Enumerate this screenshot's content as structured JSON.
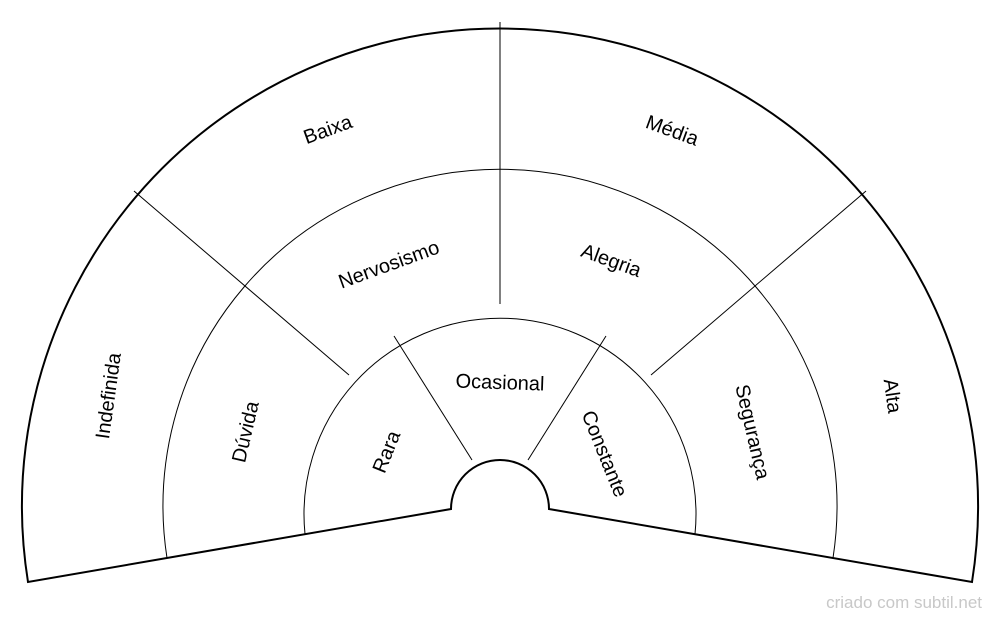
{
  "diagram": {
    "rings": [
      {
        "level": "inner",
        "segments": [
          "Rara",
          "Ocasional",
          "Constante"
        ]
      },
      {
        "level": "middle",
        "segments": [
          "Dúvida",
          "Nervosismo",
          "Alegria",
          "Segurança"
        ]
      },
      {
        "level": "outer",
        "segments": [
          "Indefinida",
          "Baixa",
          "Média",
          "Alta"
        ]
      }
    ]
  },
  "footer": {
    "credit": "criado com subtil.net"
  }
}
